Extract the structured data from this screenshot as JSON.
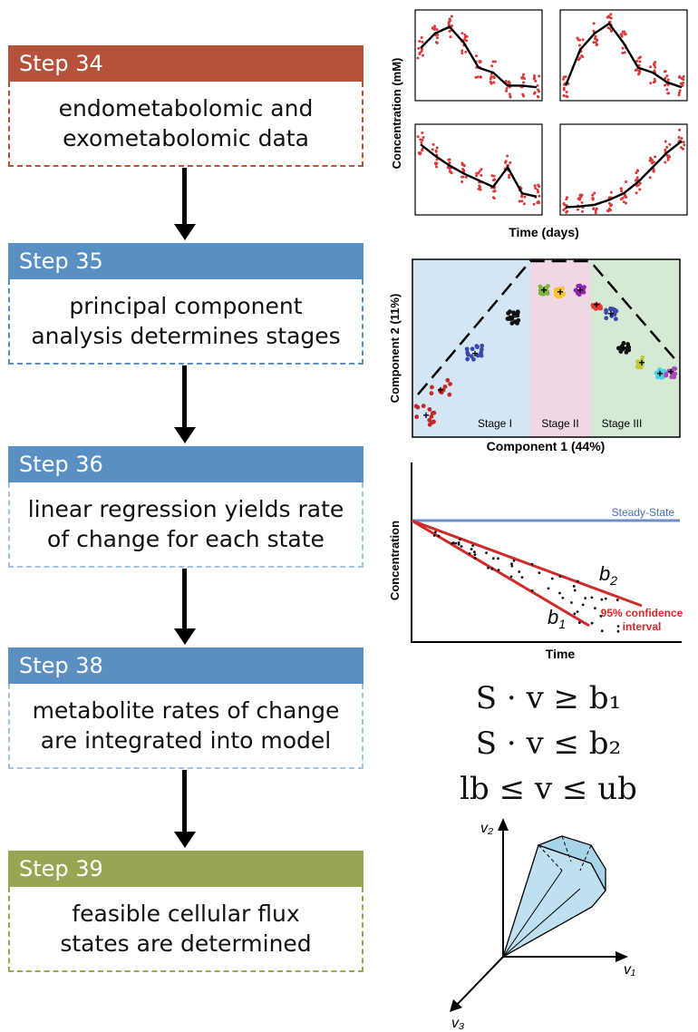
{
  "steps": [
    {
      "label": "Step 34",
      "line1": "endometabolomic and",
      "line2": "exometabolomic data",
      "color": "#b5533a"
    },
    {
      "label": "Step 35",
      "line1": "principal component",
      "line2": "analysis determines stages",
      "color": "#5a8fc2"
    },
    {
      "label": "Step 36",
      "line1": "linear regression yields rate",
      "line2": "of change for each state",
      "color": "#5a8fc2"
    },
    {
      "label": "Step 38",
      "line1": "metabolite rates of change",
      "line2": "are integrated into model",
      "color": "#5a8fc2"
    },
    {
      "label": "Step 39",
      "line1": "feasible cellular flux",
      "line2": "states are determined",
      "color": "#97a653"
    }
  ],
  "border_colors": [
    "#b5533a",
    "#5a8fc2",
    "#9fc3e6",
    "#9fc3e6",
    "#97a653"
  ],
  "panel1": {
    "xlabel": "Time (days)",
    "ylabel": "Concentration (mM)"
  },
  "panel2": {
    "xlabel": "Component 1 (44%)",
    "ylabel": "Component 2 (11%)",
    "stages": [
      "Stage I",
      "Stage II",
      "Stage III"
    ]
  },
  "panel3": {
    "xlabel": "Time",
    "ylabel": "Concentration",
    "steady": "Steady-State",
    "b1": "b",
    "b1sub": "1",
    "b2": "b",
    "b2sub": "2",
    "ci1": "95% confidence",
    "ci2": "interval"
  },
  "equations": {
    "eq1": "S · v ≥ b₁",
    "eq2": "S · v ≤ b₂",
    "eq3": "lb ≤ v ≤ ub"
  },
  "cone": {
    "v1": "v₁",
    "v2": "v₂",
    "v3": "v₃"
  },
  "chart_data": [
    {
      "type": "line",
      "note": "four metabolite time courses (red points, black mean line)",
      "series": [
        {
          "values": [
            0.6,
            0.78,
            0.86,
            0.66,
            0.36,
            0.3,
            0.14,
            0.14,
            0.12
          ]
        },
        {
          "values": [
            0.14,
            0.58,
            0.78,
            0.9,
            0.66,
            0.36,
            0.3,
            0.18,
            0.12
          ]
        },
        {
          "values": [
            0.82,
            0.68,
            0.56,
            0.46,
            0.38,
            0.3,
            0.54,
            0.22,
            0.18
          ]
        },
        {
          "values": [
            0.05,
            0.06,
            0.08,
            0.14,
            0.22,
            0.36,
            0.54,
            0.72,
            0.86
          ]
        }
      ]
    },
    {
      "type": "scatter",
      "title": "",
      "xlabel": "Component 1 (44%)",
      "ylabel": "Component 2 (11%)",
      "stages": [
        "Stage I",
        "Stage II",
        "Stage III"
      ]
    },
    {
      "type": "line",
      "xlabel": "Time",
      "ylabel": "Concentration",
      "series": [
        {
          "name": "Steady-State"
        }
      ]
    }
  ]
}
